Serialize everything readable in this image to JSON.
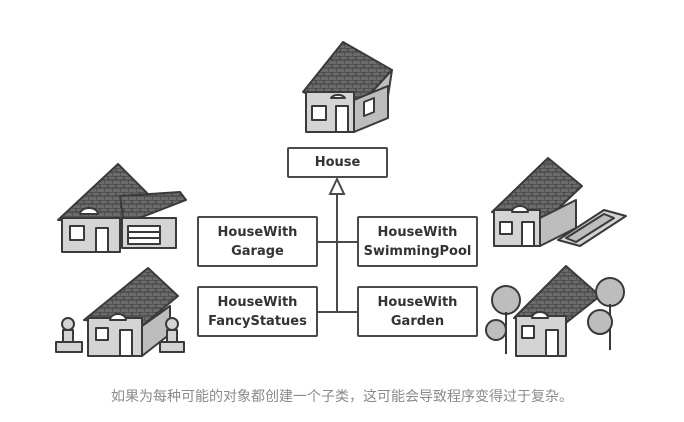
{
  "diagram": {
    "root": {
      "label": "House"
    },
    "subclasses": [
      {
        "line1": "HouseWith",
        "line2": "Garage"
      },
      {
        "line1": "HouseWith",
        "line2": "SwimmingPool"
      },
      {
        "line1": "HouseWith",
        "line2": "FancyStatues"
      },
      {
        "line1": "HouseWith",
        "line2": "Garden"
      }
    ]
  },
  "caption": "如果为每种可能的对象都创建一个子类，这可能会导致程序变得过于复杂。",
  "colors": {
    "stroke": "#4a4a4a",
    "roof": "#6b6b6b",
    "wall": "#d4d4d4",
    "text": "#333333",
    "caption": "#8a8a8a"
  }
}
